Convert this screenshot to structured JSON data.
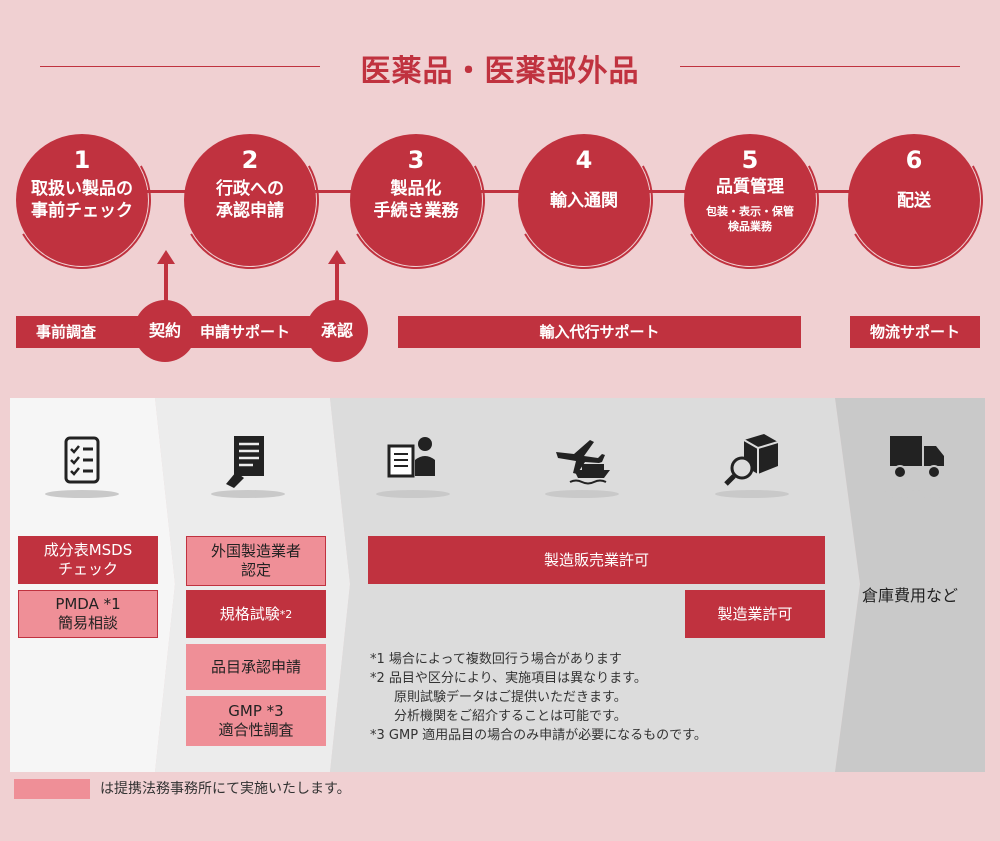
{
  "title": "医薬品・医薬部外品",
  "steps": [
    {
      "num": "1",
      "label": "取扱い製品の\n事前チェック",
      "sub": ""
    },
    {
      "num": "2",
      "label": "行政への\n承認申請",
      "sub": ""
    },
    {
      "num": "3",
      "label": "製品化\n手続き業務",
      "sub": ""
    },
    {
      "num": "4",
      "label": "輸入通関",
      "sub": ""
    },
    {
      "num": "5",
      "label": "品質管理",
      "sub": "包装・表示・保管\n検品業務"
    },
    {
      "num": "6",
      "label": "配送",
      "sub": ""
    }
  ],
  "support": {
    "pre_survey": "事前調査",
    "contract": "契約",
    "application_support": "申請サポート",
    "approval": "承認",
    "import_support": "輸入代行サポート",
    "logistics_support": "物流サポート"
  },
  "icons": [
    "checklist-icon",
    "document-sign-icon",
    "document-person-icon",
    "plane-ship-icon",
    "package-inspect-icon",
    "truck-icon"
  ],
  "boxes": {
    "msds": "成分表MSDS\nチェック",
    "pmda": "PMDA *1\n簡易相談",
    "foreign_maker": "外国製造業者\n認定",
    "spec_test": "規格試験",
    "spec_test_note": "*2",
    "product_approval": "品目承認申請",
    "gmp": "GMP *3\n適合性調査",
    "sales_license": "製造販売業許可",
    "mfg_license": "製造業許可",
    "warehouse": "倉庫費用など"
  },
  "notes": [
    "*1 場合によって複数回行う場合があります",
    "*2 品目や区分により、実施項目は異なります。",
    "原則試験データはご提供いただきます。",
    "分析機関をご紹介することは可能です。",
    "*3 GMP 適用品目の場合のみ申請が必要になるものです。"
  ],
  "legend": "は提携法務事務所にて実施いたします。",
  "colors": {
    "accent": "#c0323f",
    "pink": "#ef8f97",
    "background": "#f0d0d2"
  }
}
